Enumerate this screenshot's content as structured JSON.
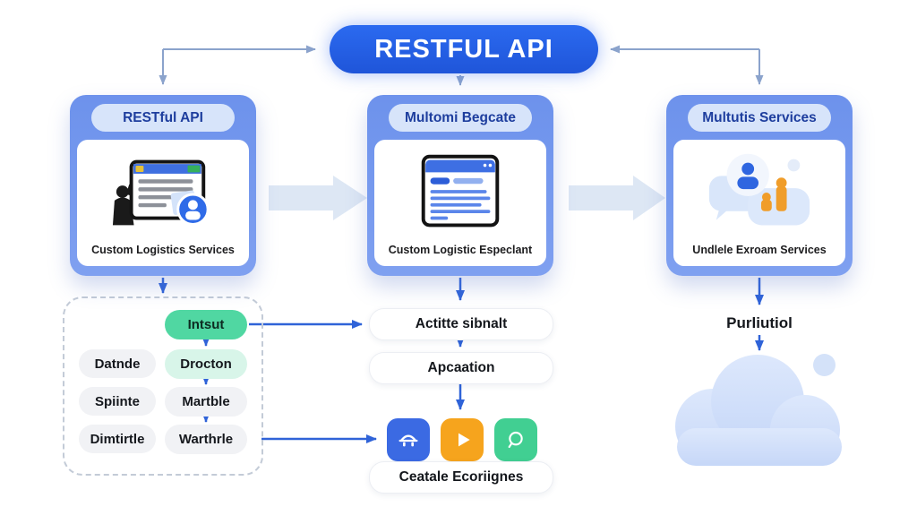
{
  "banner": {
    "label": "RESTFUL API"
  },
  "cards": [
    {
      "title": "RESTful API",
      "caption": "Custom Logistics Services",
      "icon": "browser-user-icon"
    },
    {
      "title": "Multomi Begcate",
      "caption": "Custom Logistic Especlant",
      "icon": "browser-lines-icon"
    },
    {
      "title": "Multutis Services",
      "caption": "Undlele Exroam Services",
      "icon": "chat-user-chart-icon"
    }
  ],
  "dashed_group": {
    "left_pills": [
      "Datnde",
      "Spiinte",
      "Dimtirtle"
    ],
    "right_pills": [
      "Intsut",
      "Drocton",
      "Martble",
      "Warthrle"
    ]
  },
  "middle_flow": {
    "step1": "Actitte sibnalt",
    "step2": "Apcaation",
    "icons": [
      "home-icon",
      "play-icon",
      "chat-ring-icon"
    ],
    "result": "Ceatale Ecoriignes"
  },
  "right_flow": {
    "label": "Purliutiol",
    "icon": "cloud-icon"
  },
  "colors": {
    "banner_blue": "#2b6af0",
    "card_header_blue": "#6d92ec",
    "card_title_pill": "#d7e4fa",
    "card_title_text": "#1e3e9e",
    "connector_gray": "#8ba3cc",
    "arrow_blue": "#2f63d8",
    "block_arrow": "#dde7f4",
    "pill_green": "#50d7a2",
    "pill_mint": "#d8f5e9",
    "pill_gray": "#f1f2f5",
    "icon_blue": "#3b6ae3",
    "icon_orange": "#f6a41d",
    "icon_green": "#41cf92",
    "cloud_blue": "#cfdef9"
  }
}
